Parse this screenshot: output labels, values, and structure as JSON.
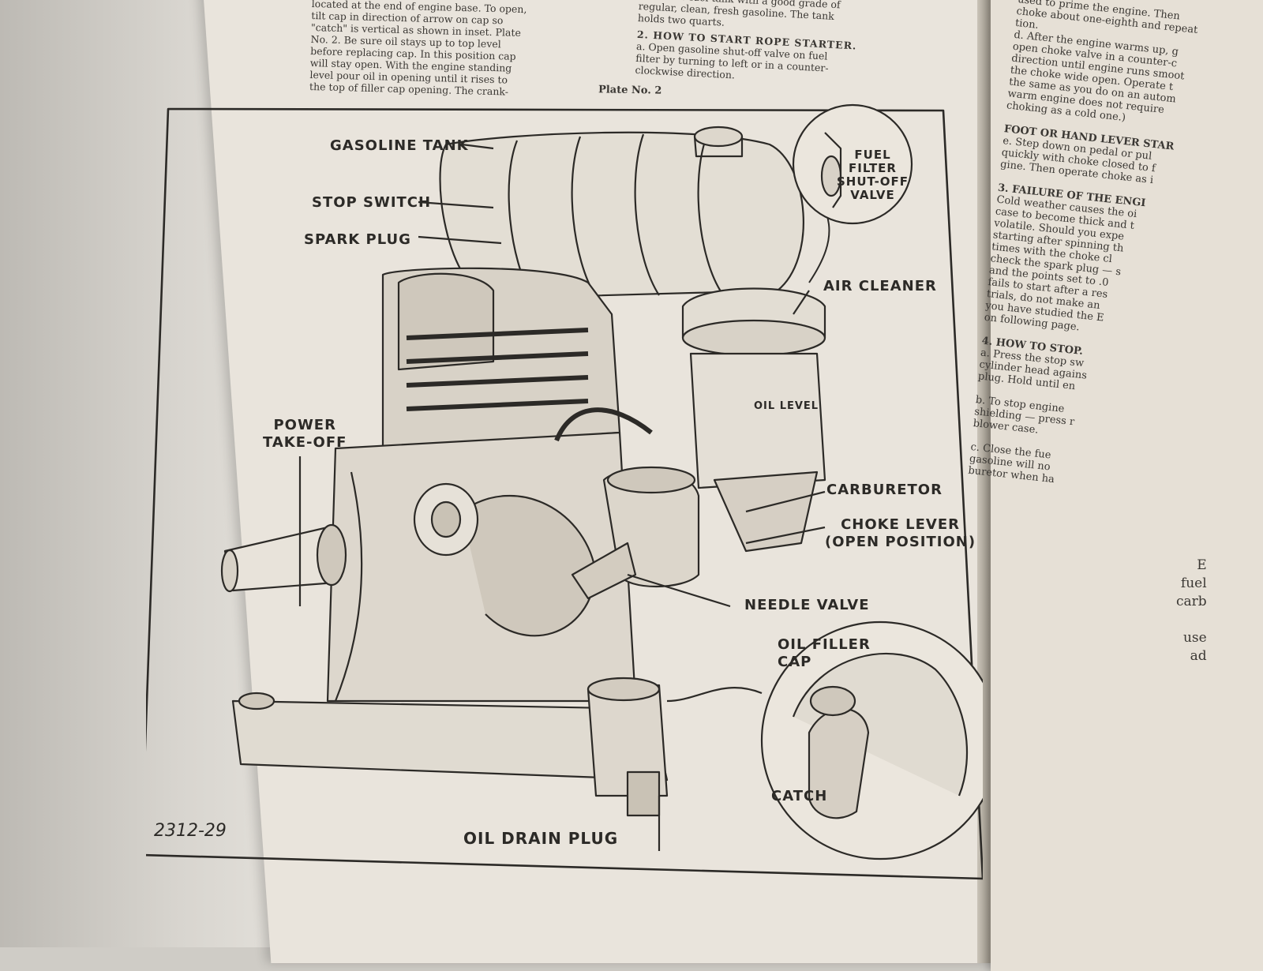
{
  "left_column_top": [
    "located at the end of engine base. To open,",
    "tilt cap in direction of arrow on cap so",
    "\"catch\" is vertical as shown in inset. Plate",
    "No. 2. Be sure oil stays up to top level",
    "before replacing cap. In this position cap",
    "will stay open. With the engine standing",
    "level pour oil in opening until it rises to",
    "the top of filler cap opening. The crank-"
  ],
  "middle_column_top": [
    "c. Fill the fuel tank with a good grade of",
    "regular, clean, fresh gasoline. The tank",
    "holds two quarts.",
    "2. HOW TO START ROPE STARTER.",
    "a. Open gasoline shut-off valve on fuel",
    "filter by turning to left or in a counter-",
    "clockwise direction."
  ],
  "plate_title": "Plate No. 2",
  "diagram": {
    "labels": {
      "gasoline_tank": "GASOLINE TANK",
      "stop_switch": "STOP SWITCH",
      "spark_plug": "SPARK PLUG",
      "power_take_off_1": "POWER",
      "power_take_off_2": "TAKE-OFF",
      "fuel_filter_1": "FUEL",
      "fuel_filter_2": "FILTER",
      "fuel_filter_3": "SHUT-OFF",
      "fuel_filter_4": "VALVE",
      "air_cleaner": "AIR CLEANER",
      "oil_level": "OIL LEVEL",
      "carburetor": "CARBURETOR",
      "choke_lever_1": "CHOKE LEVER",
      "choke_lever_2": "(OPEN POSITION)",
      "needle_valve": "NEEDLE VALVE",
      "oil_filler_cap_1": "OIL FILLER",
      "oil_filler_cap_2": "CAP",
      "catch": "CATCH",
      "oil_drain_plug": "OIL DRAIN PLUG"
    },
    "plate_code": "2312-29"
  },
  "right_column": [
    "used to prime the engine. Then",
    "choke about one-eighth and repeat",
    "tion.",
    "d. After the engine warms up, g",
    "open choke valve in a counter-c",
    "direction until engine runs smoot",
    "the choke wide open. Operate t",
    "the same as you do on an autom",
    "warm engine does not require",
    "choking as a cold one.)",
    "",
    "FOOT OR HAND LEVER STAR",
    "e. Step down on pedal or pul",
    "quickly with choke closed to f",
    "gine. Then operate choke as i",
    "",
    "3. FAILURE OF THE ENGI",
    "Cold weather causes the oi",
    "case to become thick and t",
    "volatile. Should you expe",
    "starting after spinning th",
    "times with the choke cl",
    "check the spark plug — s",
    "and the points set to .0",
    "fails to start after a res",
    "trials, do not make an",
    "you have studied the E",
    "on following page.",
    "",
    "4. HOW TO STOP.",
    "a. Press the stop sw",
    "cylinder head agains",
    "plug. Hold until en",
    "",
    "b. To stop engine",
    "shielding — press r",
    "blower case.",
    "",
    "c. Close the fue",
    "gasoline will no",
    "buretor when ha"
  ],
  "right_column_lower": [
    "E",
    "fuel",
    "carb",
    "",
    "use",
    "ad"
  ]
}
